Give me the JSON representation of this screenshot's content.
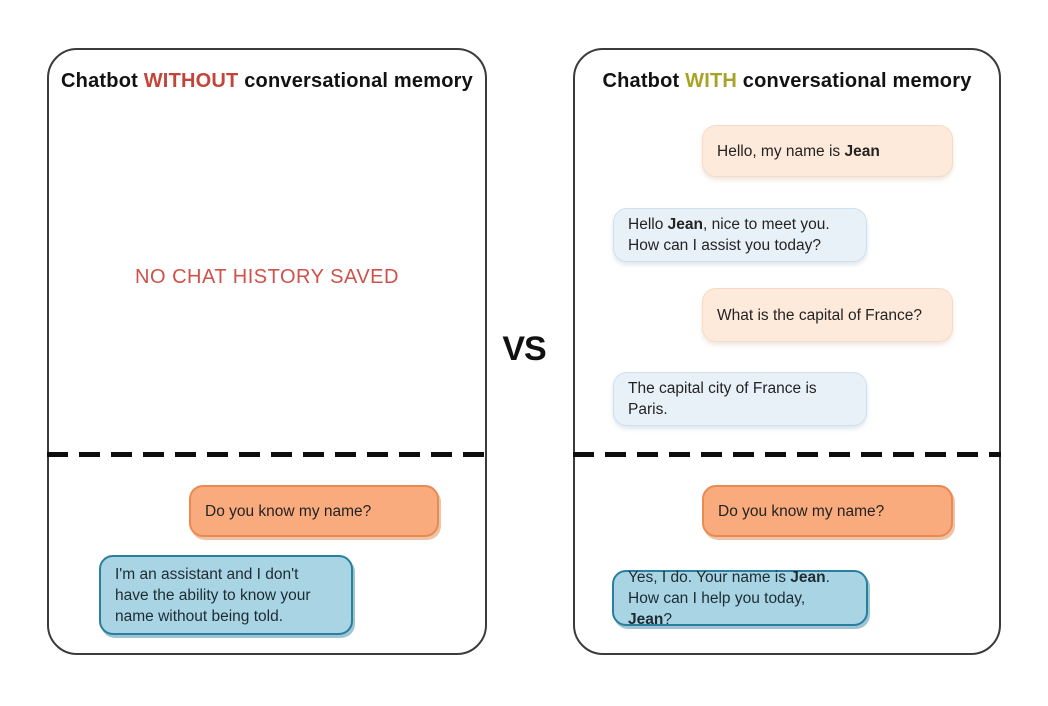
{
  "vs_label": "VS",
  "colors": {
    "without_accent": "#c2453a",
    "with_accent": "#a8a325",
    "warning_text": "#d0514a",
    "user_bubble_pale": "#fdeadb",
    "bot_bubble_pale": "#e9f1f8",
    "user_bubble_strong": "#f9ab7d",
    "bot_bubble_strong": "#a8d4e4",
    "panel_border": "#3b3b3b"
  },
  "panels": [
    {
      "id": "without",
      "title_lines": [
        [
          {
            "text": "Chatbot "
          },
          {
            "text": "WITHOUT",
            "color": "#c2453a"
          },
          {
            "text": " conversational memory"
          }
        ]
      ],
      "empty_state": "NO CHAT HISTORY SAVED",
      "messages": [
        {
          "sender": "user",
          "lines": [
            [
              {
                "text": "Do you know my name?"
              }
            ]
          ]
        },
        {
          "sender": "bot",
          "lines": [
            [
              {
                "text": "I'm an assistant and I don't"
              }
            ],
            [
              {
                "text": "have the ability to know your"
              }
            ],
            [
              {
                "text": "name without being told."
              }
            ]
          ]
        }
      ]
    },
    {
      "id": "with",
      "title_lines": [
        [
          {
            "text": "Chatbot "
          },
          {
            "text": "WITH",
            "color": "#a8a325"
          },
          {
            "text": " conversational memory"
          }
        ]
      ],
      "messages": [
        {
          "sender": "user",
          "lines": [
            [
              {
                "text": "Hello, my name is "
              },
              {
                "text": "Jean",
                "bold": true
              }
            ]
          ]
        },
        {
          "sender": "bot",
          "lines": [
            [
              {
                "text": "Hello "
              },
              {
                "text": "Jean",
                "bold": true
              },
              {
                "text": ", nice to meet you."
              }
            ],
            [
              {
                "text": "How can I assist you today?"
              }
            ]
          ]
        },
        {
          "sender": "user",
          "lines": [
            [
              {
                "text": "What is the capital of France?"
              }
            ]
          ]
        },
        {
          "sender": "bot",
          "lines": [
            [
              {
                "text": "The capital city of France is"
              }
            ],
            [
              {
                "text": "Paris."
              }
            ]
          ]
        },
        {
          "sender": "user",
          "lines": [
            [
              {
                "text": "Do you know my name?"
              }
            ]
          ]
        },
        {
          "sender": "bot",
          "lines": [
            [
              {
                "text": "Yes, I do. Your name is "
              },
              {
                "text": "Jean",
                "bold": true
              },
              {
                "text": "."
              }
            ],
            [
              {
                "text": "How can I help you today, "
              },
              {
                "text": "Jean",
                "bold": true
              },
              {
                "text": "?"
              }
            ]
          ]
        }
      ]
    }
  ]
}
